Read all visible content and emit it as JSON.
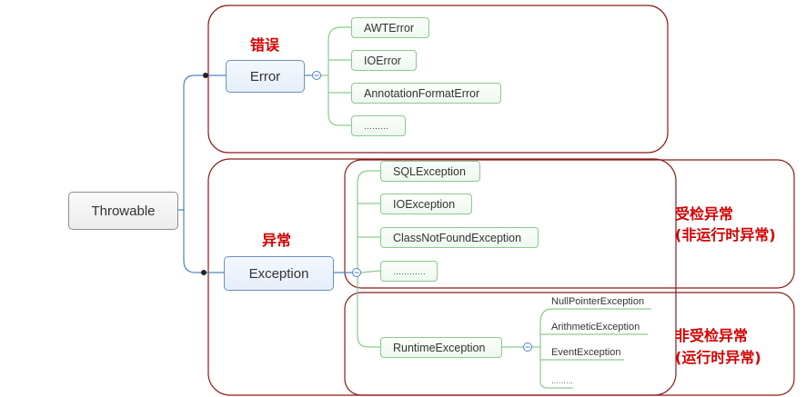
{
  "root": {
    "label": "Throwable"
  },
  "error": {
    "label": "Error",
    "category_label": "错误",
    "children": [
      "AWTError",
      "IOError",
      "AnnotationFormatError",
      "………"
    ]
  },
  "exception": {
    "label": "Exception",
    "category_label": "异常",
    "checked": {
      "label_line1": "受检异常",
      "label_line2": "(非运行时异常)",
      "children": [
        "SQLException",
        "IOException",
        "ClassNotFoundException",
        "…………"
      ]
    },
    "runtime": {
      "label": "RuntimeException",
      "label_line1": "非受检异常",
      "label_line2": "(运行时异常)",
      "children": [
        "NullPointerException",
        "ArithmeticException",
        "EventException",
        "………"
      ]
    }
  },
  "colors": {
    "group_border": "#8b1a1a",
    "connector": "#4f83c2",
    "leaf_connector": "#8cc98f",
    "label_red": "#d40000"
  }
}
